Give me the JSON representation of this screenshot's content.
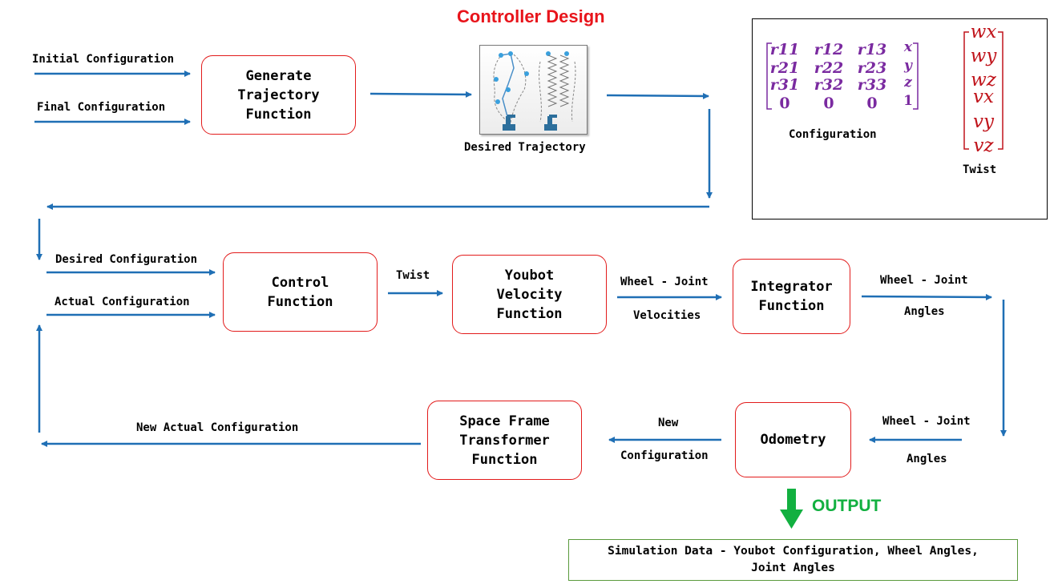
{
  "title": "Controller Design",
  "inputs": {
    "initial_configuration": "Initial Configuration",
    "final_configuration": "Final Configuration"
  },
  "boxes": {
    "generate_trajectory": "Generate\nTrajectory\nFunction",
    "control": "Control\nFunction",
    "youbot_velocity": "Youbot\nVelocity\nFunction",
    "integrator": "Integrator\nFunction",
    "odometry": "Odometry",
    "space_frame": "Space Frame\nTransformer\nFunction"
  },
  "image_caption": "Desired Trajectory",
  "labels": {
    "desired_configuration": "Desired Configuration",
    "actual_configuration": "Actual Configuration",
    "twist": "Twist",
    "wheel_joint_1": "Wheel - Joint",
    "velocities": "Velocities",
    "wheel_joint_2": "Wheel - Joint",
    "angles_2": "Angles",
    "wheel_joint_3": "Wheel - Joint",
    "angles_3": "Angles",
    "new": "New",
    "configuration": "Configuration",
    "new_actual_configuration": "New Actual Configuration"
  },
  "matrix": {
    "rows": [
      [
        "r11",
        "r12",
        "r13",
        "x"
      ],
      [
        "r21",
        "r22",
        "r23",
        "y"
      ],
      [
        "r31",
        "r32",
        "r33",
        "z"
      ],
      [
        "0",
        "0",
        "0",
        "1"
      ]
    ],
    "caption": "Configuration"
  },
  "twist_vector": {
    "entries": [
      "wx",
      "wy",
      "wz",
      "vx",
      "vy",
      "vz"
    ],
    "caption": "Twist"
  },
  "output": {
    "label": "OUTPUT",
    "simulation_data": "Simulation Data - Youbot Configuration, Wheel Angles,\nJoint Angles"
  },
  "colors": {
    "arrow": "#1f6fb5",
    "box_border": "#e21b1b",
    "title": "#e8141b",
    "matrix_text": "#7a2aa0",
    "twist_text": "#c0141b",
    "output_green": "#12b040"
  }
}
